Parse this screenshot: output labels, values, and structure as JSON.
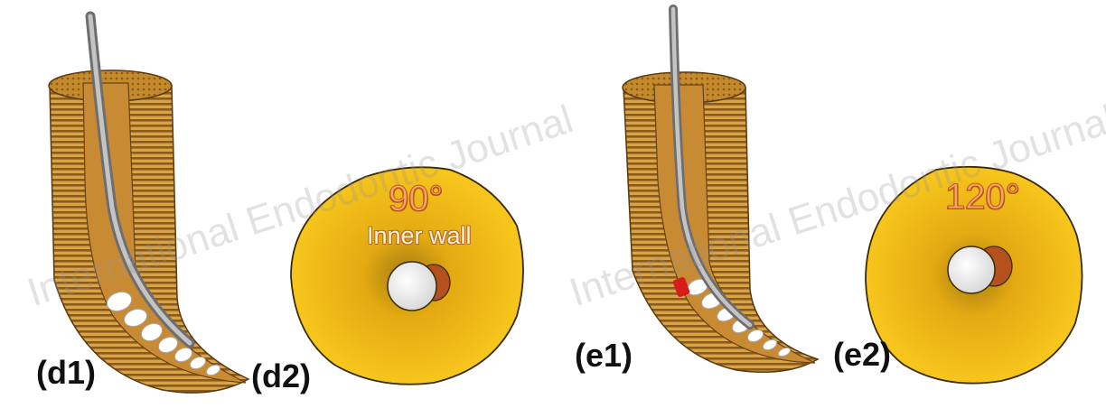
{
  "panels": {
    "d1": {
      "label": "(d1)"
    },
    "d2": {
      "label": "(d2)",
      "angle": "90°",
      "note": "Inner wall"
    },
    "e1": {
      "label": "(e1)"
    },
    "e2": {
      "label": "(e2)",
      "angle": "120°"
    }
  },
  "watermark": "International Endodontic Journal",
  "colors": {
    "cross_section_fill": "#f5c21a",
    "root_stripe_dark": "#8a5b1a",
    "root_stripe_light": "#d9a441",
    "canal_fill": "#c98a34",
    "file_color": "#8f8f8f",
    "debris_color": "#ffffff",
    "engagement_highlight": "#d81b1b",
    "dentin_contact": "#b4511c"
  }
}
